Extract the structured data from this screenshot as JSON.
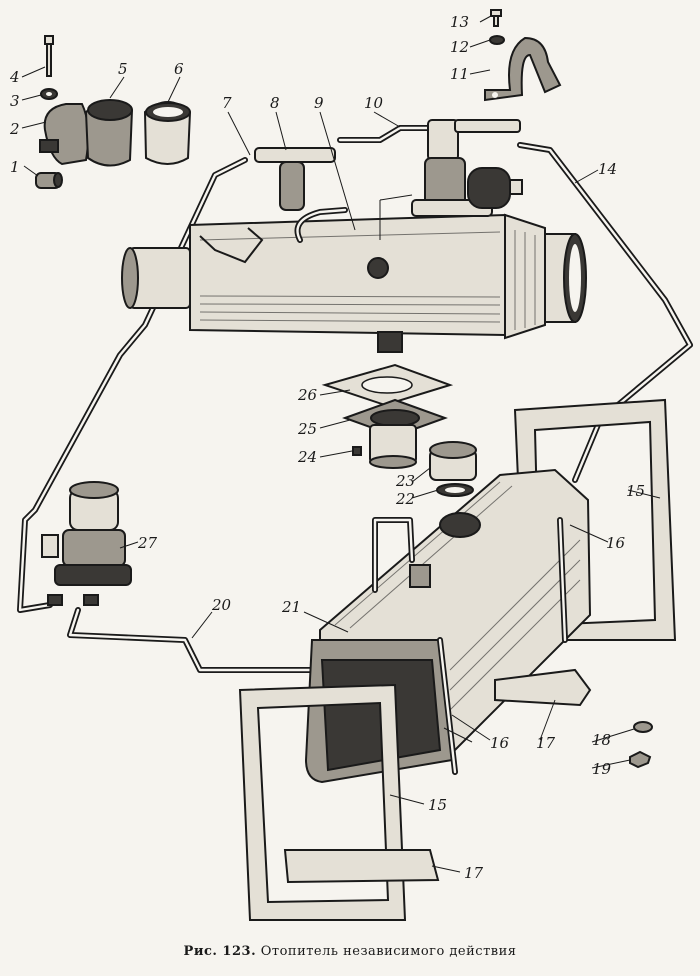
{
  "caption": {
    "prefix": "Рис. 123.",
    "text": "Отопитель независимого действия"
  },
  "callouts": {
    "c1": "1",
    "c2": "2",
    "c3": "3",
    "c4": "4",
    "c5": "5",
    "c6": "6",
    "c7": "7",
    "c8": "8",
    "c9": "9",
    "c10": "10",
    "c11": "11",
    "c12": "12",
    "c13": "13",
    "c14": "14",
    "c15a": "15",
    "c15b": "15",
    "c16a": "16",
    "c16b": "16",
    "c17a": "17",
    "c17b": "17",
    "c18": "18",
    "c19": "19",
    "c20": "20",
    "c21": "21",
    "c22": "22",
    "c23": "23",
    "c24": "24",
    "c25": "25",
    "c26": "26",
    "c27": "27"
  },
  "colors": {
    "ink": "#1a1a1a",
    "paper": "#f6f4ef",
    "metal": "#e4e0d6",
    "shadow": "#3a3835"
  }
}
